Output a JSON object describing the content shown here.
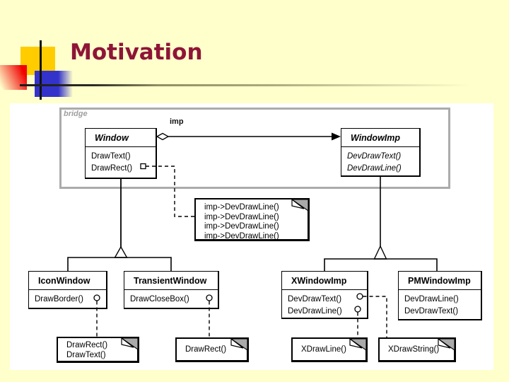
{
  "slide": {
    "title": "Motivation"
  },
  "colors": {
    "background": "#FFFFCC",
    "title": "#8E1537",
    "frame": "#ABABAB",
    "yellow": "#FFCC00",
    "red": "#F00000",
    "blue": "#3333CC"
  },
  "diagram": {
    "frame_label": "bridge",
    "association_label": "imp",
    "classes": [
      {
        "name": "Window",
        "abstract": true,
        "methods": [
          "DrawText()",
          "DrawRect()"
        ]
      },
      {
        "name": "WindowImp",
        "abstract": true,
        "methods": [
          "DevDrawText()",
          "DevDrawLine()"
        ]
      },
      {
        "name": "IconWindow",
        "abstract": false,
        "methods": [
          "DrawBorder()"
        ]
      },
      {
        "name": "TransientWindow",
        "abstract": false,
        "methods": [
          "DrawCloseBox()"
        ]
      },
      {
        "name": "XWindowImp",
        "abstract": false,
        "methods": [
          "DevDrawText()",
          "DevDrawLine()"
        ]
      },
      {
        "name": "PMWindowImp",
        "abstract": false,
        "methods": [
          "DevDrawLine()",
          "DevDrawText()"
        ]
      }
    ],
    "notes": [
      {
        "lines": [
          "imp->DevDrawLine()",
          "imp->DevDrawLine()",
          "imp->DevDrawLine()",
          "imp->DevDrawLine()"
        ]
      },
      {
        "lines": [
          "DrawRect()",
          "DrawText()"
        ]
      },
      {
        "lines": [
          "DrawRect()"
        ]
      },
      {
        "lines": [
          "XDrawLine()"
        ]
      },
      {
        "lines": [
          "XDrawString()"
        ]
      }
    ]
  }
}
